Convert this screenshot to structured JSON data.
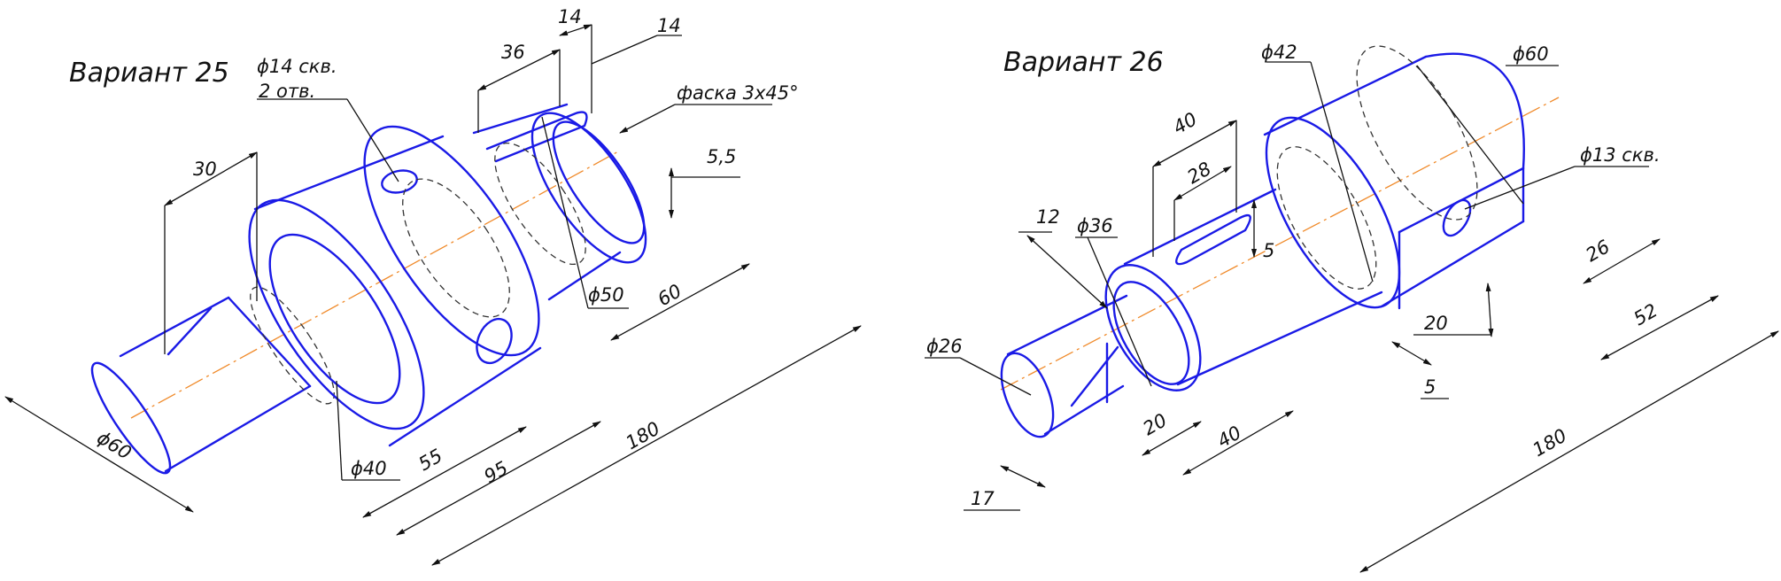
{
  "colors": {
    "outline": "#1a1ae6",
    "axis": "#f08a2a",
    "dimension": "#111111",
    "background": "#ffffff"
  },
  "variant25": {
    "title": "Вариант 25",
    "dims": {
      "hole_dia": "ϕ14 скв.",
      "hole_count": "2 отв.",
      "d30": "30",
      "d36": "36",
      "d14a": "14",
      "d14b": "14",
      "chamfer": "фаска 3x45°",
      "d5_5": "5,5",
      "dia50": "ϕ50",
      "d60": "60",
      "d180": "180",
      "d95": "95",
      "d55": "55",
      "dia40": "ϕ40",
      "dia60": "ϕ60"
    }
  },
  "variant26": {
    "title": "Вариант 26",
    "dims": {
      "dia42": "ϕ42",
      "dia60": "ϕ60",
      "d40a": "40",
      "d28": "28",
      "d12": "12",
      "dia36": "ϕ36",
      "d5a": "5",
      "dia13": "ϕ13 скв.",
      "d26": "26",
      "d52": "52",
      "d20a": "20",
      "d5b": "5",
      "dia26": "ϕ26",
      "d20b": "20",
      "d40b": "40",
      "d180": "180",
      "d17": "17"
    }
  }
}
